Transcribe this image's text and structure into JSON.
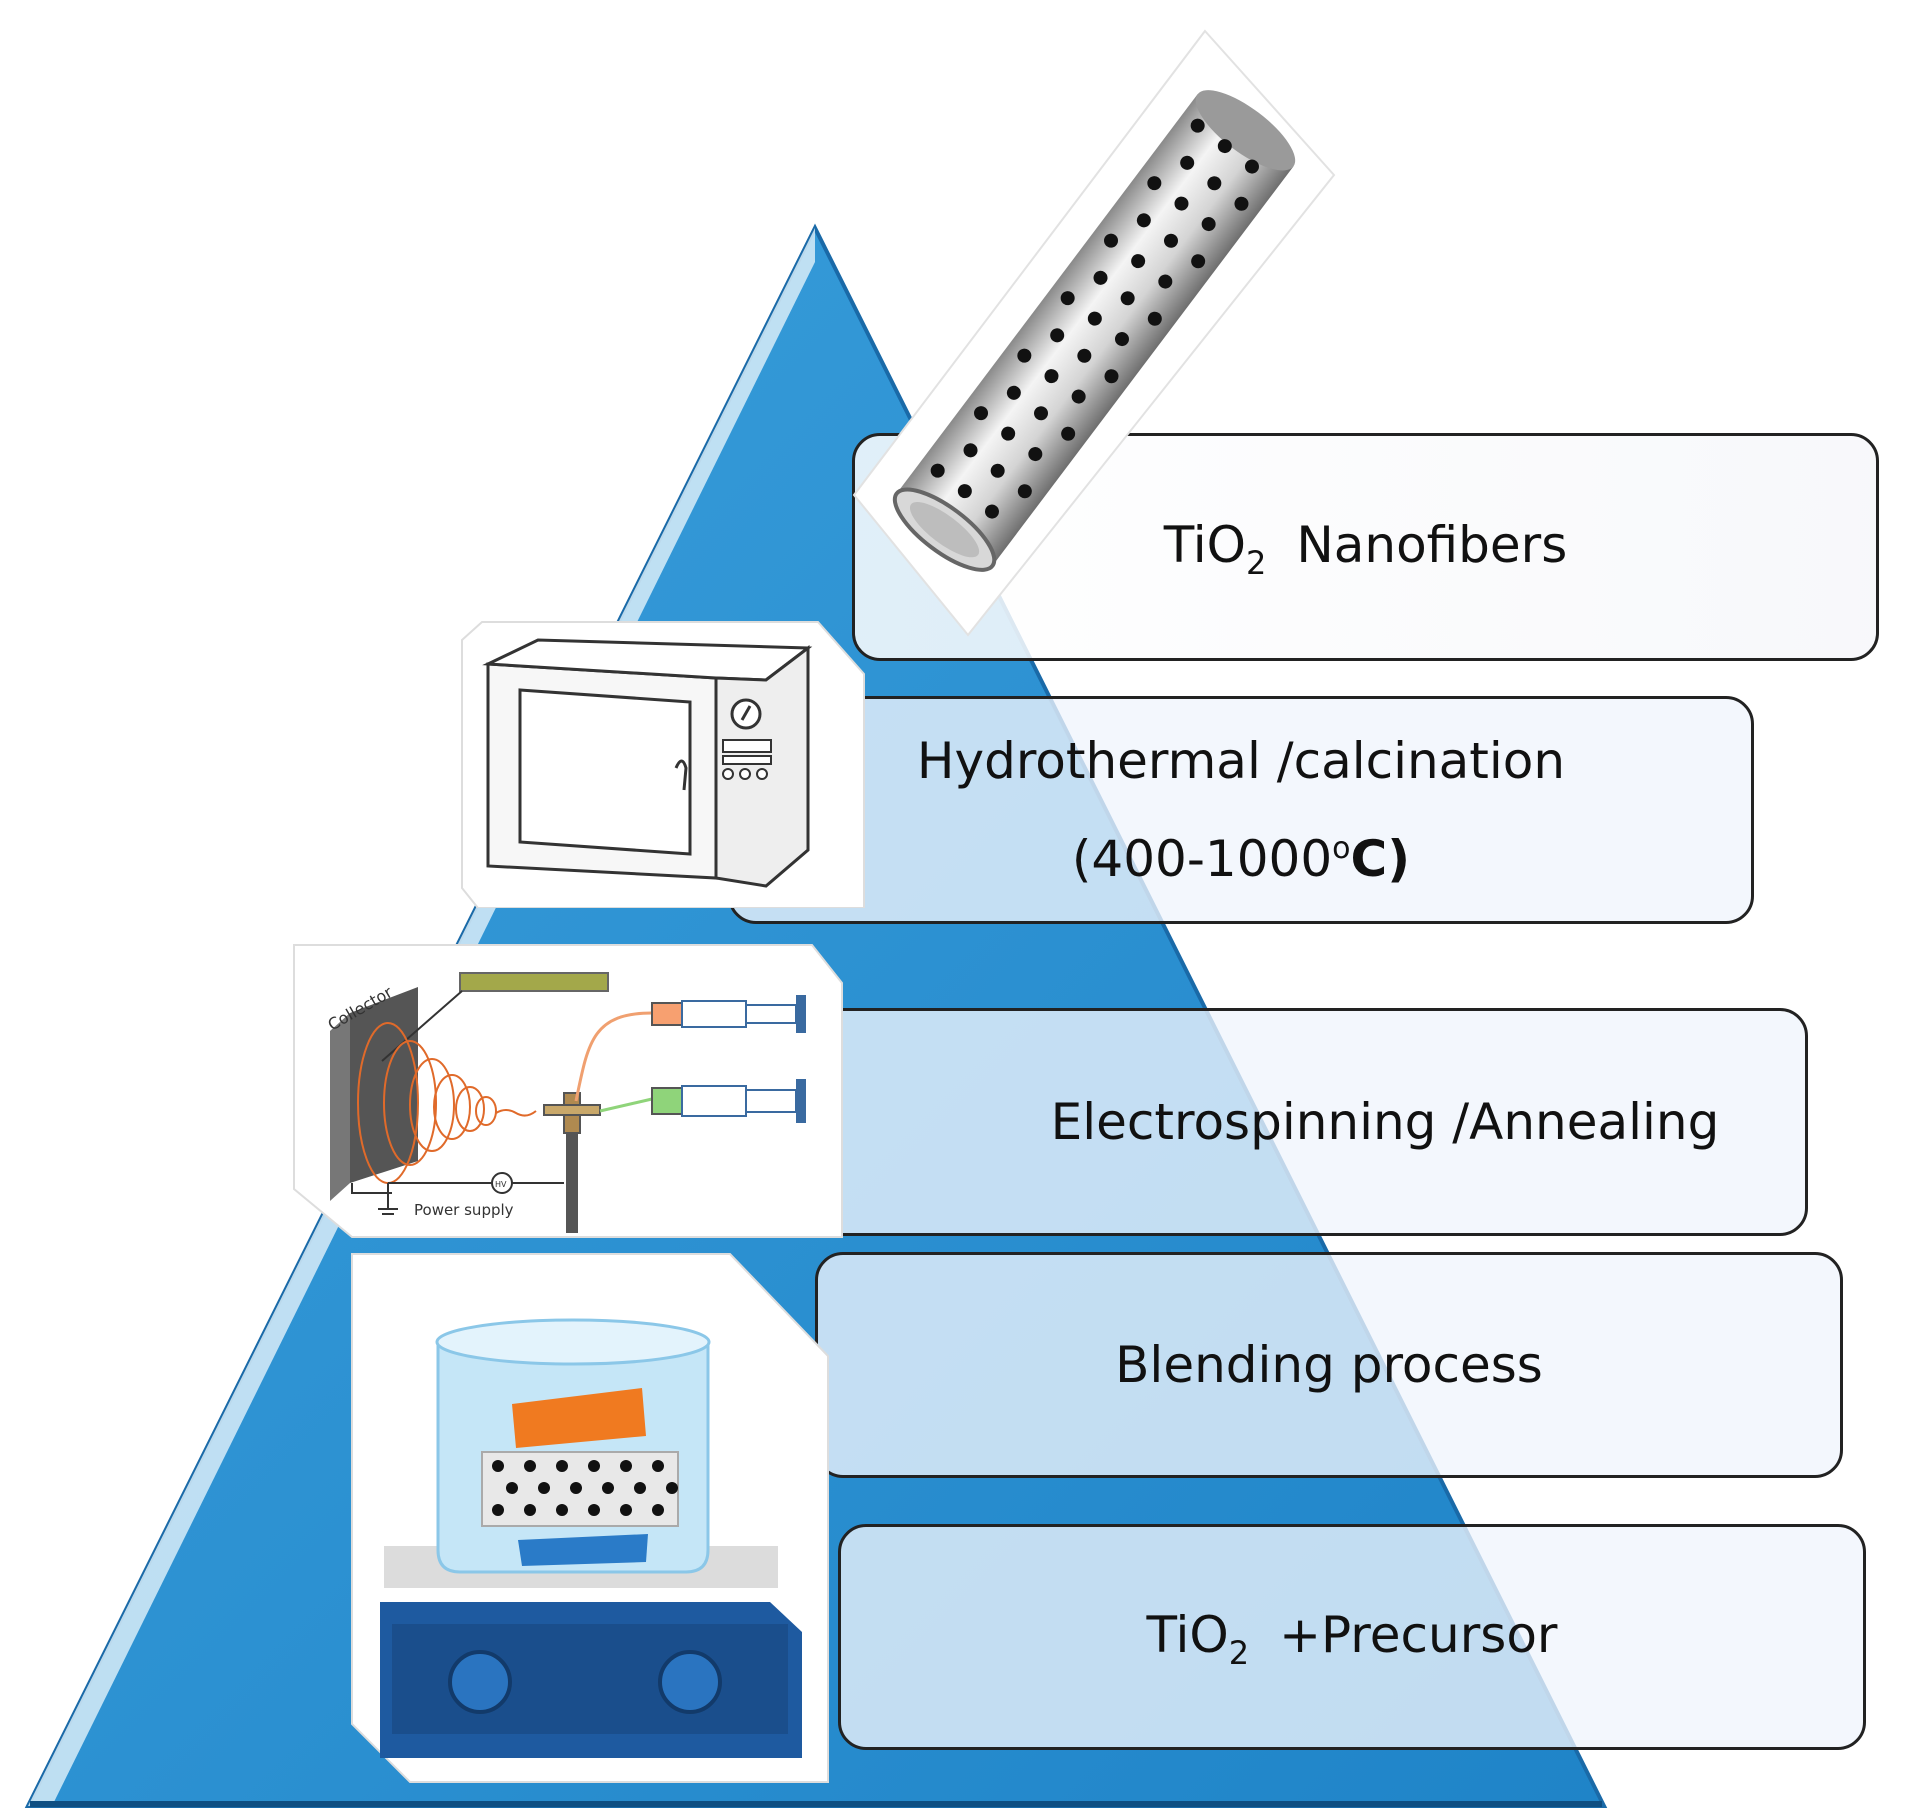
{
  "colors": {
    "pyramid_fill": "#2a8fd0",
    "pyramid_edge": "#1a6aa8",
    "pyramid_highlight": "#d8ecf8",
    "box_border": "#222222",
    "box_fill": "#eef3fa",
    "beaker_liquid": "#bfe4f7",
    "orange_bar": "#f07a20",
    "green_syringe": "#8fd47a",
    "orange_syringe": "#f7a070",
    "hotplate_blue": "#1e5aa0",
    "fiber_dots": "#111111"
  },
  "steps": [
    {
      "id": "tio2-nanofibers",
      "main": "TiO",
      "sub": "2",
      "rest": "Nanofibers"
    },
    {
      "id": "hydrothermal",
      "line1": "Hydrothermal /calcination",
      "line2_start": "(400-1000",
      "line2_deg": "o",
      "line2_end": "C)"
    },
    {
      "id": "electrospinning",
      "text": "Electrospinning /Annealing"
    },
    {
      "id": "blending",
      "text": "Blending process"
    },
    {
      "id": "precursor",
      "main": "TiO",
      "sub": "2",
      "rest": "+Precursor"
    }
  ],
  "illustrations": {
    "nanofiber_icon": "porous-nanofiber-tube",
    "furnace_icon": "furnace-oven",
    "electrospinning_icon": "electrospinning-setup",
    "electrospinning_labels": {
      "collector": "Collector",
      "hv": "HV",
      "power_supply": "Power supply"
    },
    "blending_icon": "beaker-on-hotplate-stirrer"
  }
}
